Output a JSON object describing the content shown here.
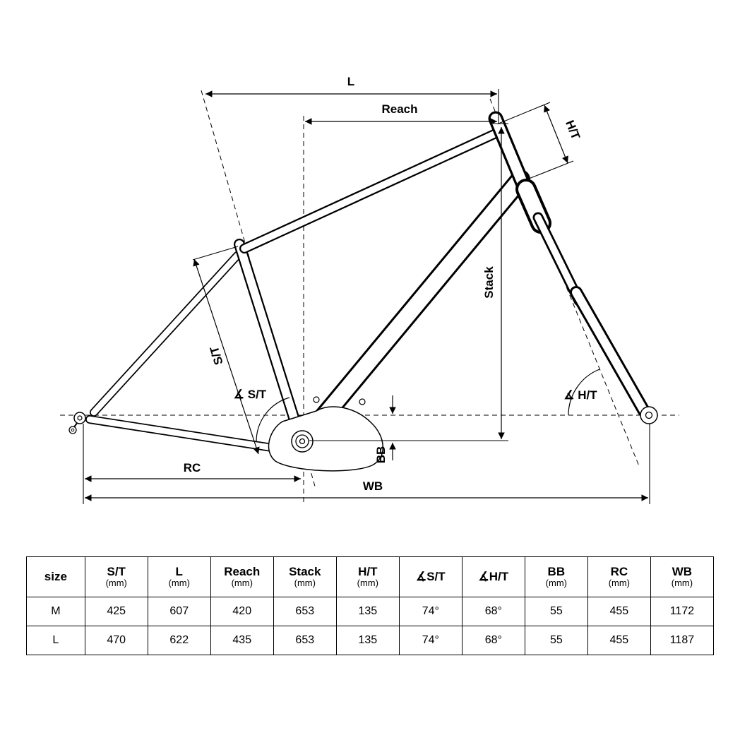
{
  "diagram": {
    "labels": {
      "l": "L",
      "reach": "Reach",
      "ht": "H/T",
      "stack": "Stack",
      "st": "S/T",
      "angle_st": "∡ S/T",
      "angle_ht": "∡ H/T",
      "bb": "BB",
      "rc": "RC",
      "wb": "WB"
    }
  },
  "table": {
    "columns": [
      {
        "key": "size",
        "label": "size",
        "sub": ""
      },
      {
        "key": "st",
        "label": "S/T",
        "sub": "(mm)"
      },
      {
        "key": "l",
        "label": "L",
        "sub": "(mm)"
      },
      {
        "key": "reach",
        "label": "Reach",
        "sub": "(mm)"
      },
      {
        "key": "stack",
        "label": "Stack",
        "sub": "(mm)"
      },
      {
        "key": "ht",
        "label": "H/T",
        "sub": "(mm)"
      },
      {
        "key": "angle_st",
        "label": "∡S/T",
        "sub": ""
      },
      {
        "key": "angle_ht",
        "label": "∡H/T",
        "sub": ""
      },
      {
        "key": "bb",
        "label": "BB",
        "sub": "(mm)"
      },
      {
        "key": "rc",
        "label": "RC",
        "sub": "(mm)"
      },
      {
        "key": "wb",
        "label": "WB",
        "sub": "(mm)"
      }
    ],
    "rows": [
      {
        "size": "M",
        "values": [
          "425",
          "607",
          "420",
          "653",
          "135",
          "74°",
          "68°",
          "55",
          "455",
          "1172"
        ]
      },
      {
        "size": "L",
        "values": [
          "470",
          "622",
          "435",
          "653",
          "135",
          "74°",
          "68°",
          "55",
          "455",
          "1187"
        ]
      }
    ]
  }
}
